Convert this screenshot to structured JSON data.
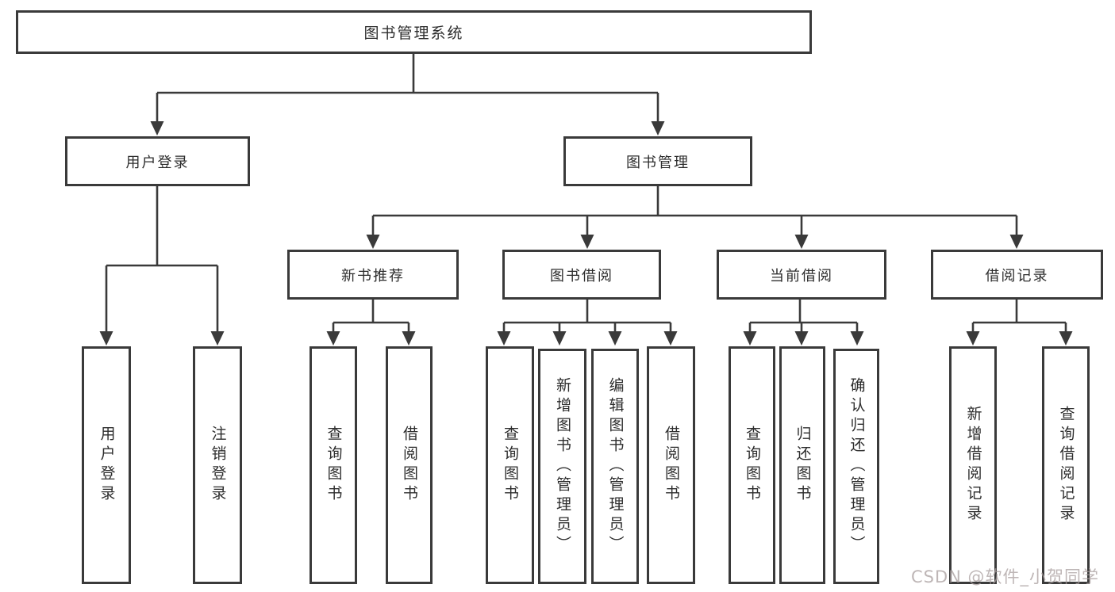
{
  "watermark": "CSDN @软件_小贺同学",
  "colors": {
    "line": "#3a3a3a",
    "box_border": "#3a3a3a",
    "text": "#2d2d2d",
    "background": "#ffffff",
    "watermark_color": "#a89e9e"
  },
  "tree": {
    "label": "图书管理系统",
    "children": [
      {
        "label": "用户登录",
        "children": [
          {
            "label": "用户登录"
          },
          {
            "label": "注销登录"
          }
        ]
      },
      {
        "label": "图书管理",
        "children": [
          {
            "label": "新书推荐",
            "children": [
              {
                "label": "查询图书"
              },
              {
                "label": "借阅图书"
              }
            ]
          },
          {
            "label": "图书借阅",
            "children": [
              {
                "label": "查询图书"
              },
              {
                "label": "新增图书（管理员）"
              },
              {
                "label": "编辑图书（管理员）"
              },
              {
                "label": "借阅图书"
              }
            ]
          },
          {
            "label": "当前借阅",
            "children": [
              {
                "label": "查询图书"
              },
              {
                "label": "归还图书"
              },
              {
                "label": "确认归还（管理员）"
              }
            ]
          },
          {
            "label": "借阅记录",
            "children": [
              {
                "label": "新增借阅记录"
              },
              {
                "label": "查询借阅记录"
              }
            ]
          }
        ]
      }
    ]
  }
}
